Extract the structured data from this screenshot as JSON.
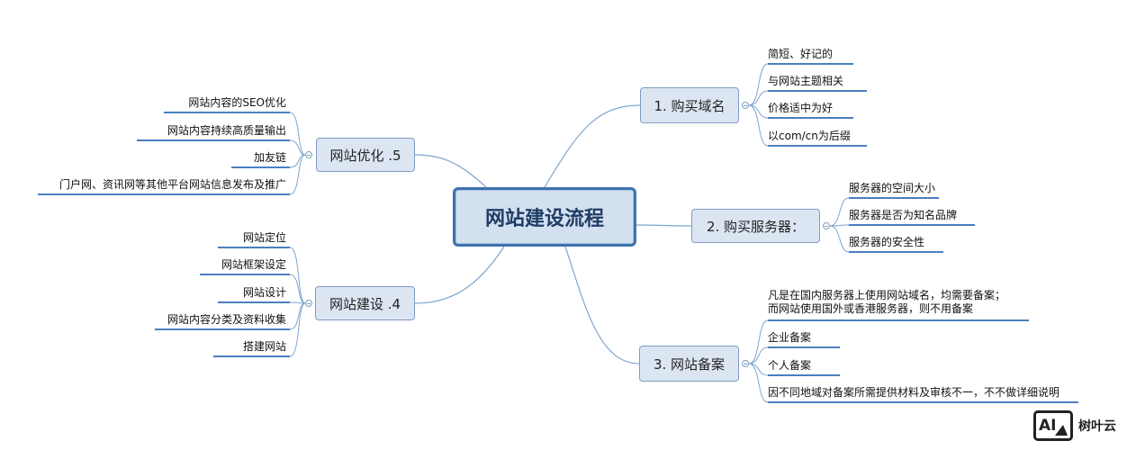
{
  "root": {
    "label": "网站建设流程"
  },
  "branches": [
    {
      "id": "b1",
      "label": "1. 购买域名",
      "children": [
        "简短、好记的",
        "与网站主题相关",
        "价格适中为好",
        "以com/cn为后缀"
      ]
    },
    {
      "id": "b2",
      "label": "2. 购买服务器：",
      "children": [
        "服务器的空间大小",
        "服务器是否为知名品牌",
        "服务器的安全性"
      ]
    },
    {
      "id": "b3",
      "label": "3. 网站备案",
      "children": [
        "凡是在国内服务器上使用网站域名，均需要备案；\n而网站使用国外或香港服务器，则不用备案",
        "企业备案",
        "个人备案",
        "因不同地域对备案所需提供材料及审核不一，不不做详细说明"
      ]
    },
    {
      "id": "b4",
      "label": "网站建设 .4",
      "children": [
        "网站定位",
        "网站框架设定",
        "网站设计",
        "网站内容分类及资料收集",
        "搭建网站"
      ]
    },
    {
      "id": "b5",
      "label": "网站优化 .5",
      "children": [
        "网站内容的SEO优化",
        "网站内容持续高质量输出",
        "加友链",
        "门户网、资讯网等其他平台网站信息发布及推广"
      ]
    }
  ],
  "watermark": {
    "logo": "AI",
    "text": "树叶云"
  },
  "colors": {
    "line": "#7ea6cf",
    "underline": "#4a7fbf",
    "node_fill": "#dce6f2",
    "root_border": "#3f72ad"
  }
}
